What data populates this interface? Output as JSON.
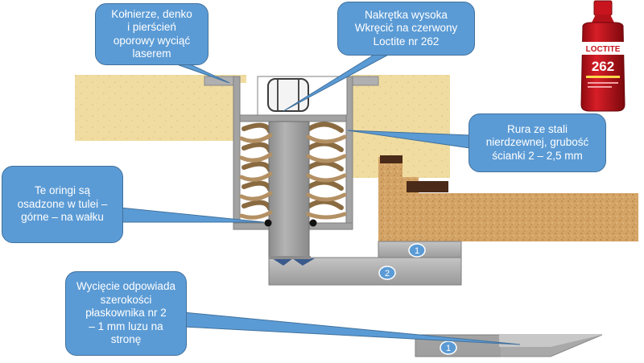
{
  "callouts": {
    "kolnierze": "Kołnierze, denko\ni pierścień\noporowy wyciąć\nlaserem",
    "nakretka": "Nakrętka wysoka\nWkręcić na czerwony\nLoctite nr 262",
    "rura": "Rura ze stali\nnierdzewnej, grubość\nścianki 2 – 2,5 mm",
    "oringi": "Te oringi są\nosadzone w tulei –\ngórne – na wałku",
    "wyciecie": "Wycięcie odpowiada\nszerokości\npłaskownika nr 2\n– 1 mm luzu na\nstronę"
  },
  "badges": {
    "b1": "1",
    "b2": "2",
    "b3": "1"
  },
  "product": {
    "brand": "LOCTITE",
    "number": "262"
  },
  "colors": {
    "callout_fill": "#5b9bd5",
    "callout_border": "#41719c",
    "steel": "#a6a6a6",
    "wood": "#f0dca0",
    "cork": "#d6a86a",
    "spring": "#a88a5e",
    "loctite_red": "#c8141e"
  }
}
